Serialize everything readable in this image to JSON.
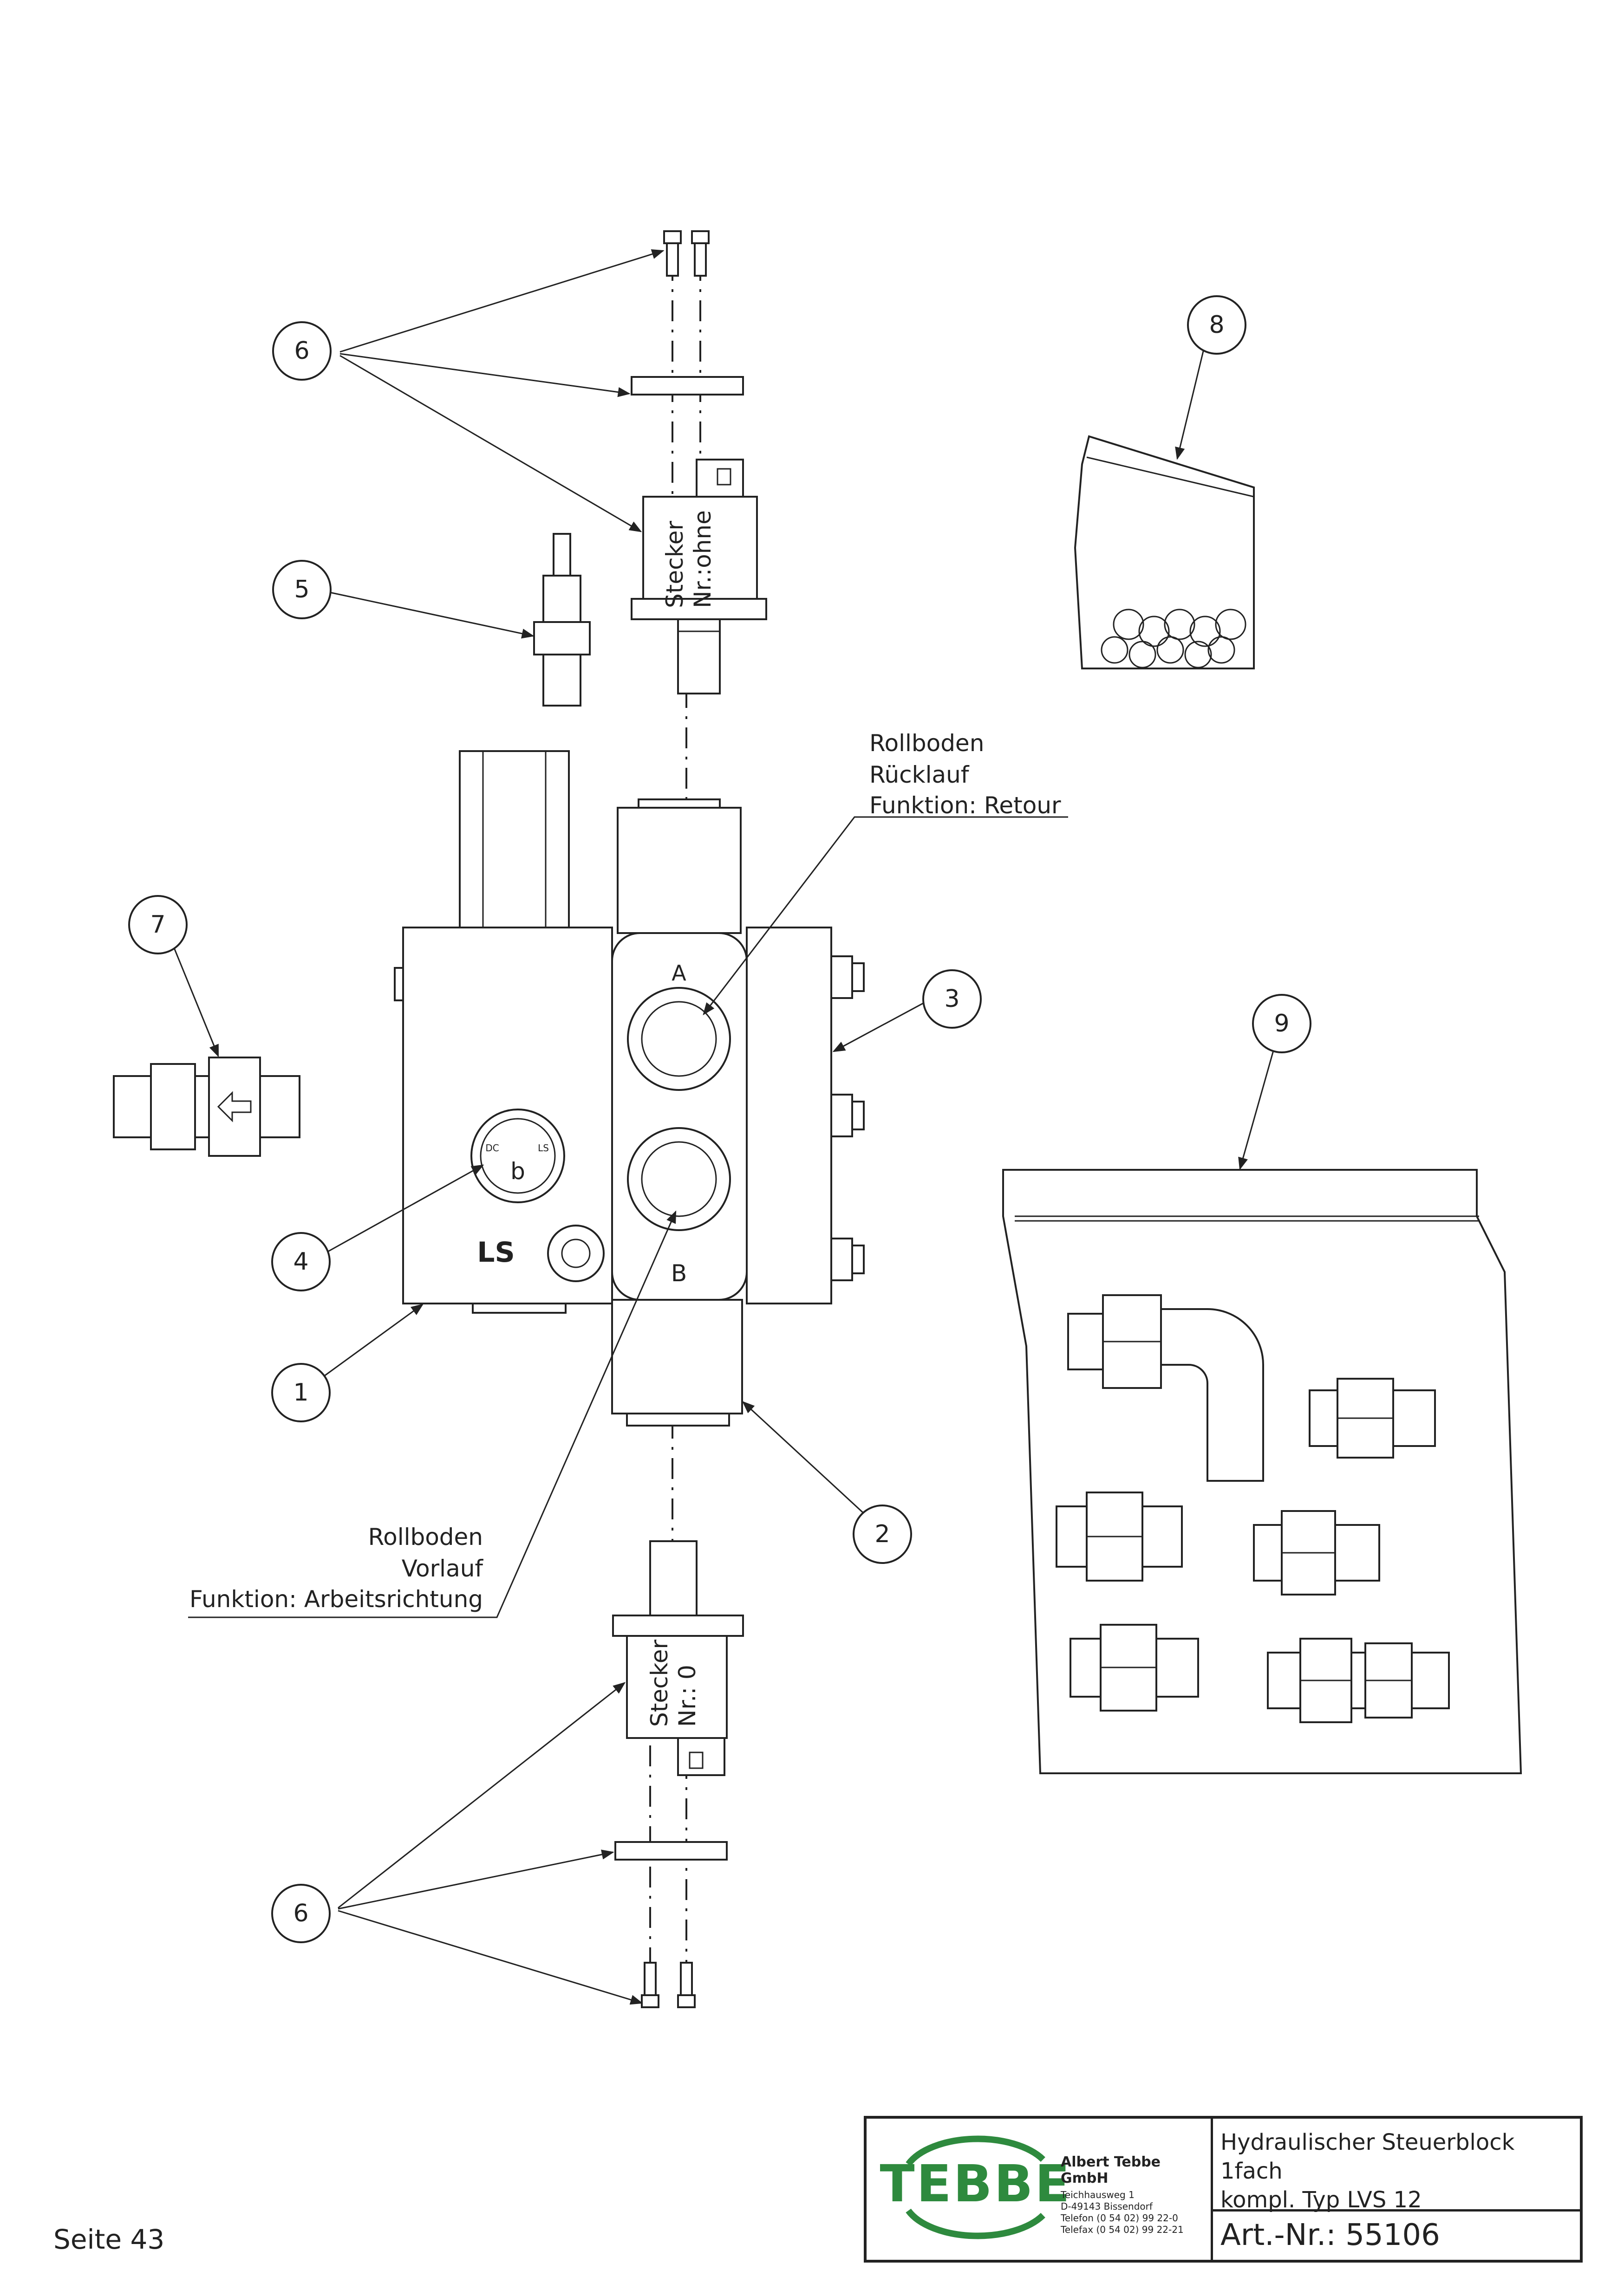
{
  "callouts": {
    "c1": "1",
    "c2": "2",
    "c3": "3",
    "c4": "4",
    "c5": "5",
    "c6_top": "6",
    "c6_bottom": "6",
    "c7": "7",
    "c8": "8",
    "c9": "9"
  },
  "labels": {
    "ruecklauf": [
      "Rollboden",
      "Rücklauf",
      "Funktion: Retour"
    ],
    "vorlauf": [
      "Rollboden",
      "Vorlauf",
      "Funktion: Arbeitsrichtung"
    ],
    "stecker_top": [
      "Stecker",
      "Nr.:ohne"
    ],
    "stecker_bottom": [
      "Stecker",
      "Nr.: 0"
    ],
    "port_a": "A",
    "port_b": "B",
    "ls": "LS",
    "gauge_left": "DC",
    "gauge_right": "LS",
    "gauge_center": "b"
  },
  "title_block": {
    "logo_text": "TEBBE",
    "company": "Albert Tebbe GmbH",
    "address_lines": [
      "Teichhausweg 1",
      "D-49143 Bissendorf",
      "Telefon (0 54 02) 99 22-0",
      "Telefax (0 54 02) 99 22-21"
    ],
    "description_line1": "Hydraulischer Steuerblock 1fach",
    "description_line2": "kompl. Typ LVS 12",
    "article_label": "Art.-Nr.:",
    "article_number": "55106"
  },
  "page": {
    "footer": "Seite 43"
  },
  "colors": {
    "line": "#222222",
    "logo_green": "#2e8a3e",
    "background": "#ffffff"
  }
}
